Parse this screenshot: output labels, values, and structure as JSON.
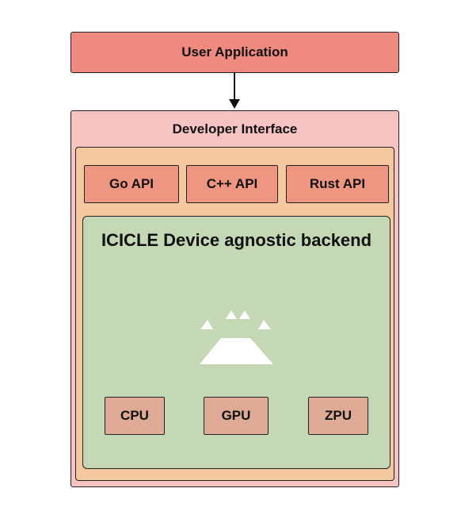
{
  "user_application": {
    "label": "User Application"
  },
  "developer_interface": {
    "title": "Developer Interface"
  },
  "apis": [
    {
      "label": "Go API"
    },
    {
      "label": "C++ API"
    },
    {
      "label": "Rust API"
    }
  ],
  "backend": {
    "title": "ICICLE Device agnostic backend"
  },
  "hardware": [
    {
      "label": "CPU"
    },
    {
      "label": "GPU"
    },
    {
      "label": "ZPU"
    }
  ],
  "icons": {
    "logo": "icicle-logo-icon",
    "arrow": "arrow-down-icon"
  },
  "colors": {
    "user_application": "#ef8a80",
    "developer_interface": "#f6c3c3",
    "inner_frame": "#f5c9a0",
    "api_box": "#ee9682",
    "backend": "#c5d8b6",
    "hardware_box": "#dfaa96",
    "logo": "#ffffff"
  }
}
